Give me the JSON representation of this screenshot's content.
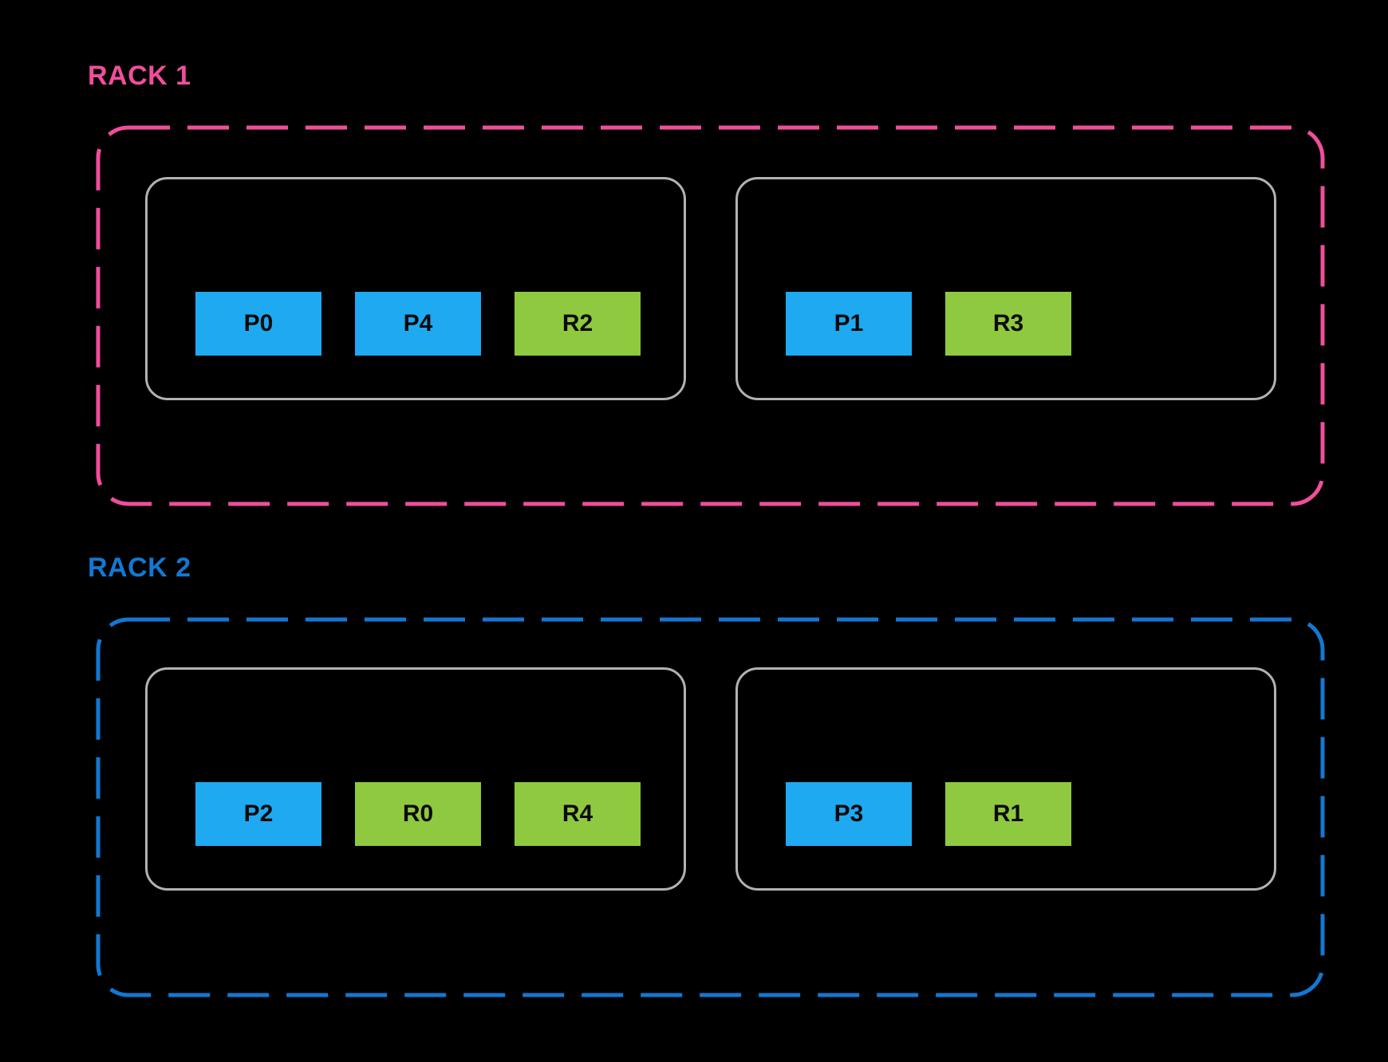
{
  "colors": {
    "background": "#000000",
    "rack1_accent": "#f04e9b",
    "rack2_accent": "#1278d2",
    "node_border": "#b2b2b2",
    "block_blue": "#1ea9f1",
    "block_green": "#8fc93f",
    "block_text": "#0a0a0a"
  },
  "racks": [
    {
      "label": "RACK 1",
      "label_color": "#f04e9b",
      "border_color": "#f04e9b",
      "nodes": [
        {
          "blocks": [
            {
              "label": "P0",
              "type": "primary",
              "color": "#1ea9f1"
            },
            {
              "label": "P4",
              "type": "primary",
              "color": "#1ea9f1"
            },
            {
              "label": "R2",
              "type": "replica",
              "color": "#8fc93f"
            }
          ]
        },
        {
          "blocks": [
            {
              "label": "P1",
              "type": "primary",
              "color": "#1ea9f1"
            },
            {
              "label": "R3",
              "type": "replica",
              "color": "#8fc93f"
            }
          ]
        }
      ]
    },
    {
      "label": "RACK 2",
      "label_color": "#1278d2",
      "border_color": "#1278d2",
      "nodes": [
        {
          "blocks": [
            {
              "label": "P2",
              "type": "primary",
              "color": "#1ea9f1"
            },
            {
              "label": "R0",
              "type": "replica",
              "color": "#8fc93f"
            },
            {
              "label": "R4",
              "type": "replica",
              "color": "#8fc93f"
            }
          ]
        },
        {
          "blocks": [
            {
              "label": "P3",
              "type": "primary",
              "color": "#1ea9f1"
            },
            {
              "label": "R1",
              "type": "replica",
              "color": "#8fc93f"
            }
          ]
        }
      ]
    }
  ]
}
